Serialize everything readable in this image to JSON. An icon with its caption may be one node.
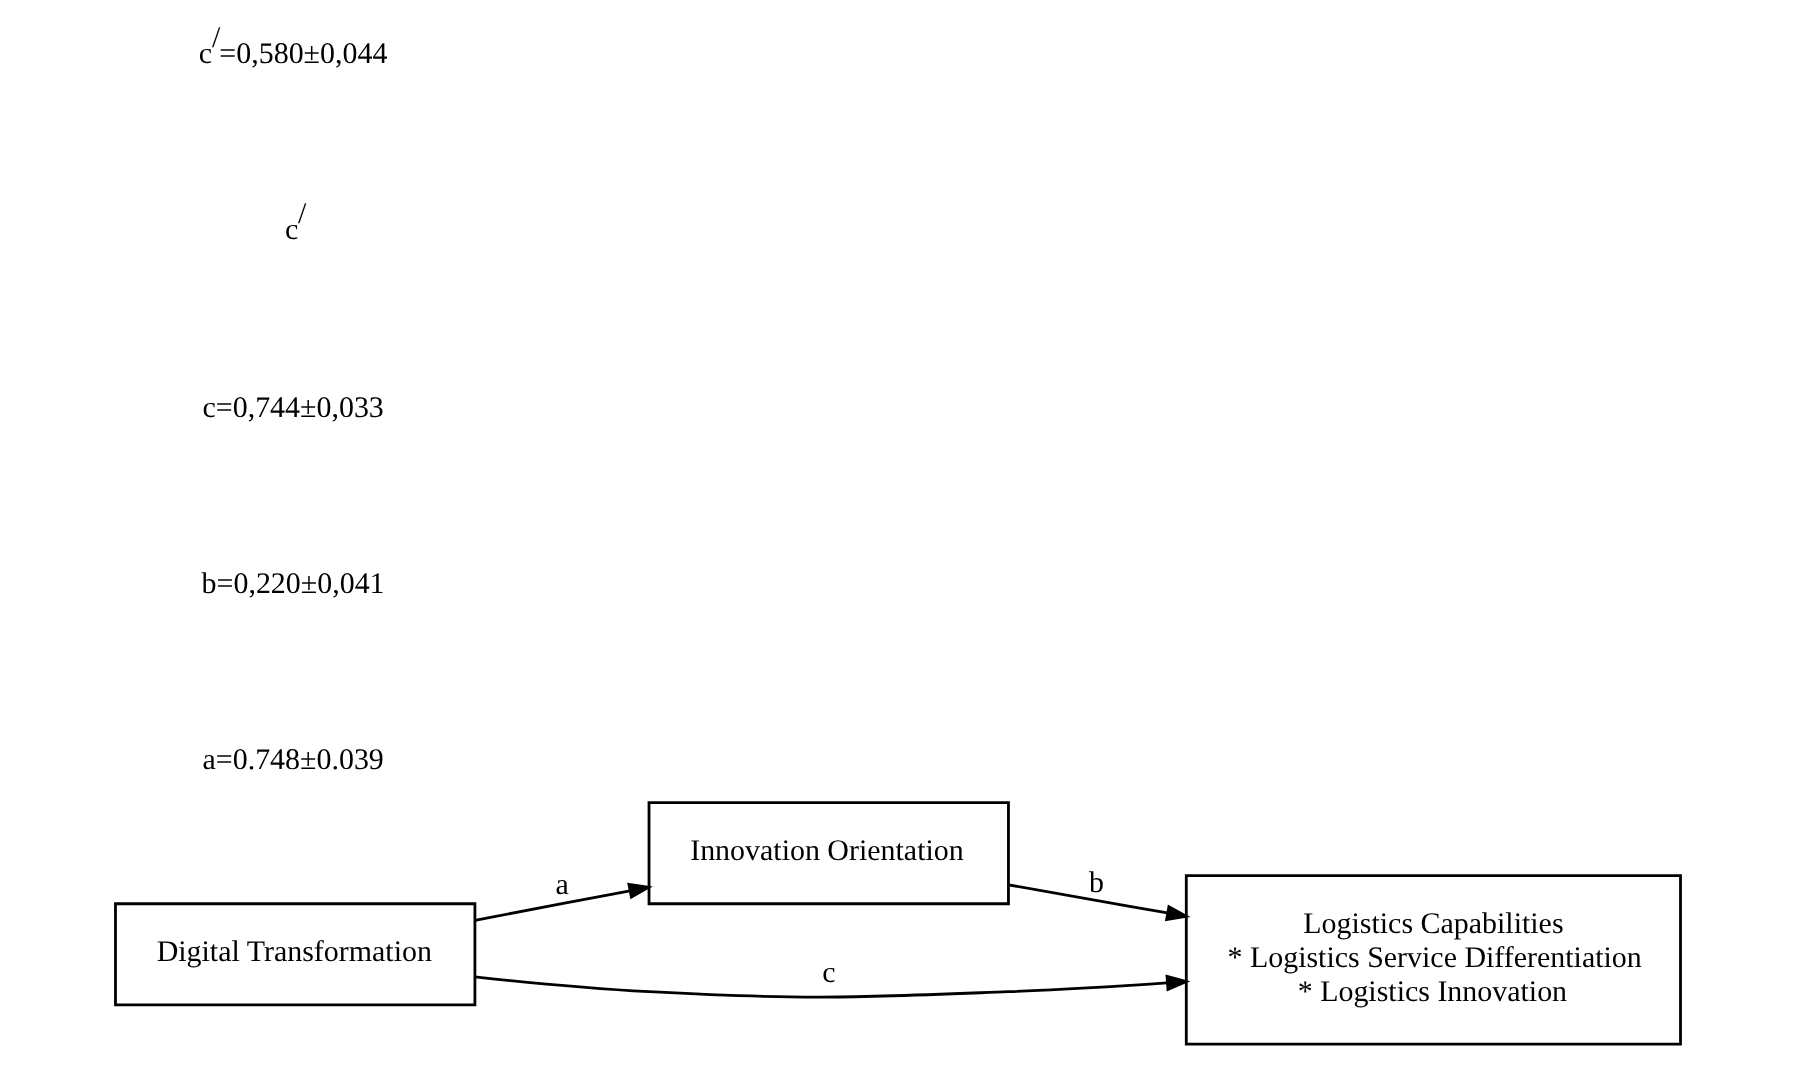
{
  "diagram": {
    "nodes": [
      {
        "text": [
          "Innovation Orientation"
        ]
      },
      {
        "text": [
          "Digital Transformation"
        ]
      },
      {
        "text": [
          "Logistics Capabilities",
          "* Logistics Service Differentiation",
          "* Logistics Innovation"
        ]
      }
    ],
    "edges": [
      {
        "from": 1,
        "to": 0,
        "arrow": "to",
        "label": "a"
      },
      {
        "from": 0,
        "to": 2,
        "arrow": "to",
        "label": "b"
      },
      {
        "from": 1,
        "to": 2,
        "arrow": "to",
        "label": "c"
      }
    ],
    "labels": [
      "a=0.748±0.039",
      "b=0,220±0,041",
      "c=0,744±0,033",
      "c$^{/}$",
      "c$^{/}$=0,580±0,044"
    ]
  }
}
